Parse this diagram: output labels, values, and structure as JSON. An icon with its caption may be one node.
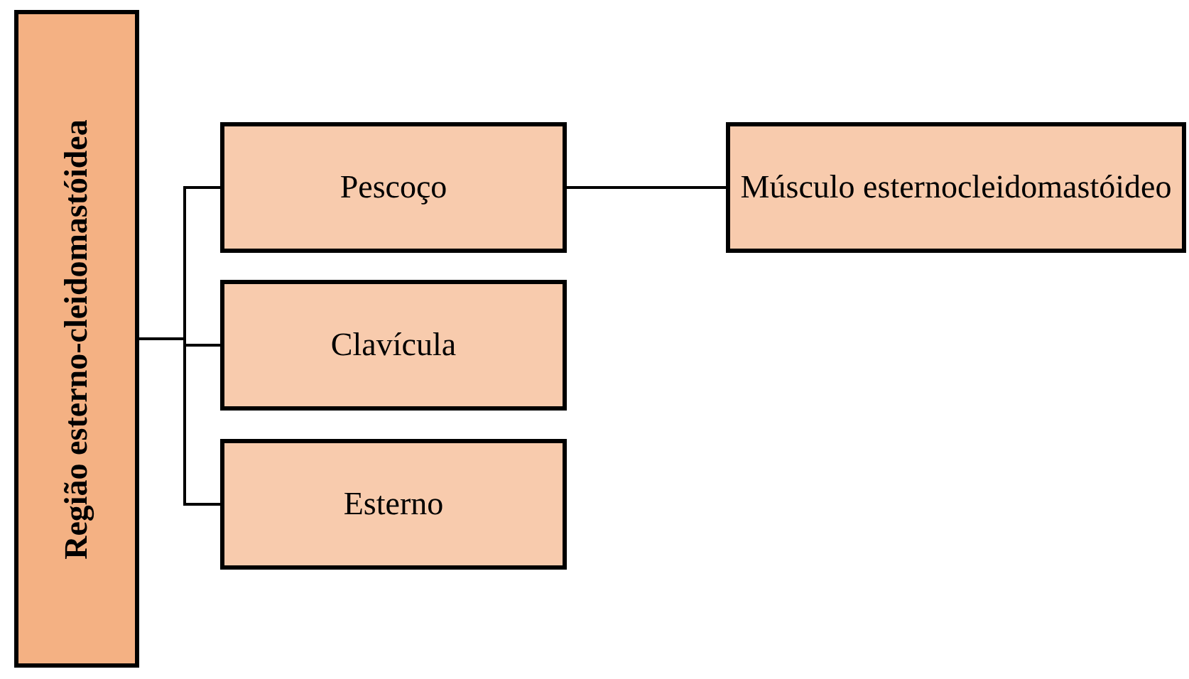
{
  "diagram": {
    "nodes": [
      {
        "text": [
          "Região esterno-cleidomastóidea"
        ]
      },
      {
        "text": [
          "Pescoço"
        ]
      },
      {
        "text": [
          "Clavícula"
        ]
      },
      {
        "text": [
          "Esterno"
        ]
      },
      {
        "text": [
          "Músculo esternocleidomastóideo"
        ]
      }
    ],
    "edges": [
      {
        "from": 0,
        "to": 1,
        "arrow": "none"
      },
      {
        "from": 0,
        "to": 2,
        "arrow": "none"
      },
      {
        "from": 0,
        "to": 3,
        "arrow": "none"
      },
      {
        "from": 1,
        "to": 4,
        "arrow": "none"
      }
    ]
  }
}
